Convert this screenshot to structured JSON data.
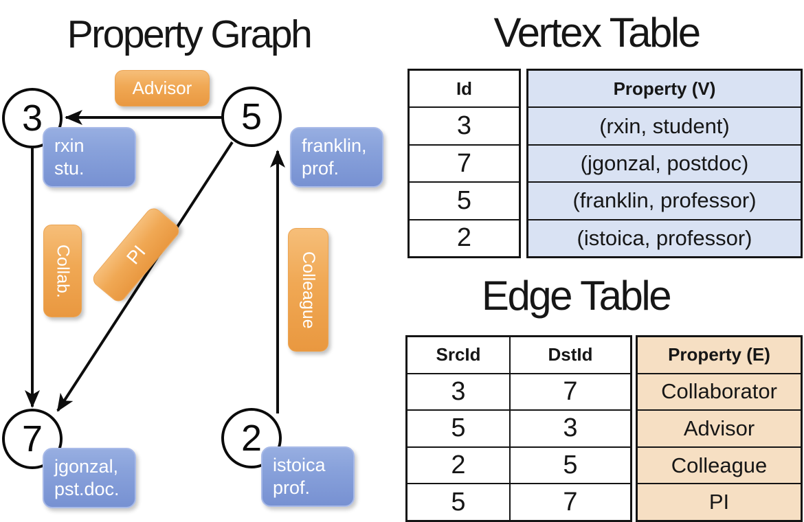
{
  "graph": {
    "title": "Property Graph",
    "nodes": [
      {
        "id": "3",
        "label_lines": [
          "rxin",
          "stu."
        ]
      },
      {
        "id": "5",
        "label_lines": [
          "franklin,",
          "prof."
        ]
      },
      {
        "id": "7",
        "label_lines": [
          "jgonzal,",
          "pst.doc."
        ]
      },
      {
        "id": "2",
        "label_lines": [
          "istoica",
          "prof."
        ]
      }
    ],
    "edges": [
      {
        "from": "5",
        "to": "3",
        "label": "Advisor"
      },
      {
        "from": "3",
        "to": "7",
        "label": "Collab."
      },
      {
        "from": "5",
        "to": "7",
        "label": "PI"
      },
      {
        "from": "2",
        "to": "5",
        "label": "Colleague"
      }
    ]
  },
  "vertex_table": {
    "title": "Vertex Table",
    "columns": [
      "Id",
      "Property (V)"
    ],
    "rows": [
      [
        "3",
        "(rxin, student)"
      ],
      [
        "7",
        "(jgonzal, postdoc)"
      ],
      [
        "5",
        "(franklin, professor)"
      ],
      [
        "2",
        "(istoica, professor)"
      ]
    ]
  },
  "edge_table": {
    "title": "Edge Table",
    "columns": [
      "SrcId",
      "DstId",
      "Property (E)"
    ],
    "rows": [
      [
        "3",
        "7",
        "Collaborator"
      ],
      [
        "5",
        "3",
        "Advisor"
      ],
      [
        "2",
        "5",
        "Colleague"
      ],
      [
        "5",
        "7",
        "PI"
      ]
    ]
  },
  "colors": {
    "edge_pill_orange": "#F0A854",
    "vertex_pill_blue": "#7E98D5",
    "vertex_table_fill": "#D9E2F3",
    "edge_table_fill": "#F6DFC3",
    "line_black": "#0d0d0d"
  }
}
